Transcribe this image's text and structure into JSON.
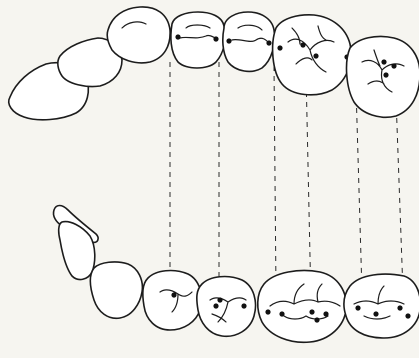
{
  "figure": {
    "subject": "occlusal-contact-points",
    "ink_color": "#1c1c1c",
    "paper_color": "#f6f5f0",
    "tooth_fill": "#ffffff",
    "contact_color": "#111111"
  },
  "arches": {
    "upper": {
      "teeth": [
        "central-incisor",
        "lateral-incisor",
        "canine",
        "first-premolar",
        "second-premolar",
        "first-molar",
        "second-molar"
      ]
    },
    "lower": {
      "teeth": [
        "central-incisor",
        "lateral-incisor",
        "canine",
        "first-premolar",
        "second-premolar",
        "first-molar",
        "second-molar"
      ]
    }
  },
  "alignment_guides": {
    "count": 6,
    "style": "dashed"
  }
}
